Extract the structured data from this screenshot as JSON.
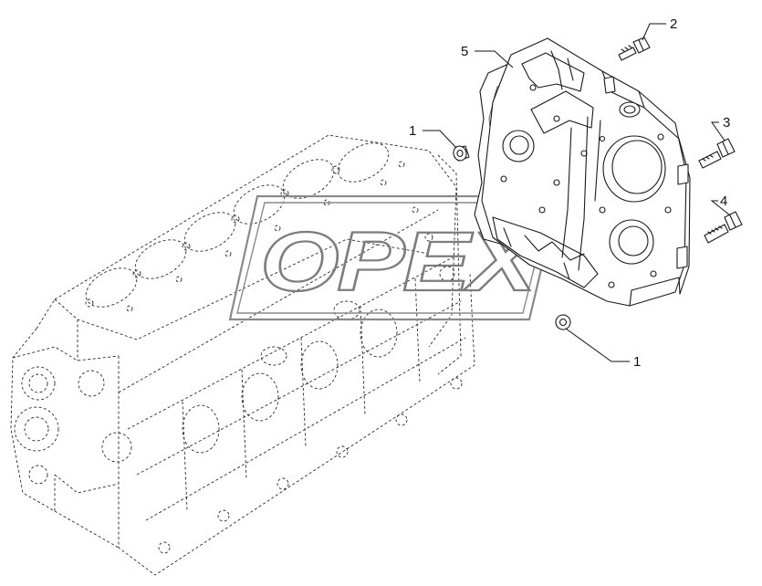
{
  "diagram": {
    "callouts": [
      {
        "id": "callout-1-upper",
        "label": "1",
        "part": "dowel-sleeve-upper"
      },
      {
        "id": "callout-1-lower",
        "label": "1",
        "part": "dowel-sleeve-lower"
      },
      {
        "id": "callout-2",
        "label": "2",
        "part": "bolt-top"
      },
      {
        "id": "callout-3",
        "label": "3",
        "part": "bolt-middle"
      },
      {
        "id": "callout-4",
        "label": "4",
        "part": "bolt-lower"
      },
      {
        "id": "callout-5",
        "label": "5",
        "part": "gasket"
      }
    ],
    "watermark": "OPEX",
    "colors": {
      "line": "#1a1a1a",
      "watermark": "#7d7d7d",
      "background": "#ffffff"
    }
  }
}
